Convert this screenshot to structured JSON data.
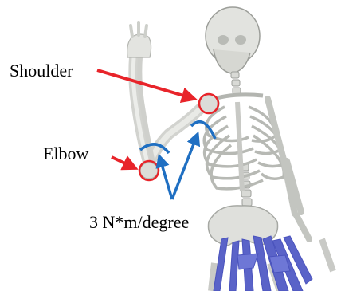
{
  "labels": {
    "shoulder": "Shoulder",
    "elbow": "Elbow",
    "stiffness": "3 N*m/degree"
  },
  "colors": {
    "pointer_arrow": "#e8242a",
    "joint_circle": "#e8242a",
    "stiffness_arrow": "#1f6fc2",
    "bone": "#d9dad6",
    "bone_shadow": "#a8aaa5",
    "muscle": "#5a63c8"
  },
  "icons": {
    "shoulder_marker": "circle-marker",
    "elbow_marker": "circle-marker",
    "pointer": "arrow-right"
  }
}
